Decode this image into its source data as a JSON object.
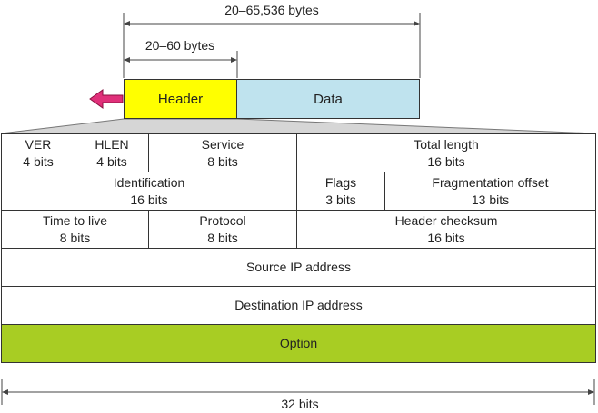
{
  "dimensions": {
    "total_label": "20–65,536 bytes",
    "header_label": "20–60 bytes",
    "width_label": "32 bits"
  },
  "datagram": {
    "header_label": "Header",
    "data_label": "Data"
  },
  "header_fields": {
    "ver": {
      "name": "VER",
      "size": "4 bits"
    },
    "hlen": {
      "name": "HLEN",
      "size": "4 bits"
    },
    "service": {
      "name": "Service",
      "size": "8 bits"
    },
    "total_length": {
      "name": "Total length",
      "size": "16 bits"
    },
    "identification": {
      "name": "Identification",
      "size": "16 bits"
    },
    "flags": {
      "name": "Flags",
      "size": "3 bits"
    },
    "fragmentation_offset": {
      "name": "Fragmentation offset",
      "size": "13 bits"
    },
    "ttl": {
      "name": "Time to live",
      "size": "8 bits"
    },
    "protocol": {
      "name": "Protocol",
      "size": "8 bits"
    },
    "header_checksum": {
      "name": "Header checksum",
      "size": "16 bits"
    },
    "source_ip": {
      "name": "Source IP address"
    },
    "destination_ip": {
      "name": "Destination IP address"
    },
    "option": {
      "name": "Option"
    }
  },
  "colors": {
    "header": "#ffff00",
    "data": "#bfe3ee",
    "option": "#a8cd23",
    "arrow": "#e0307a"
  }
}
